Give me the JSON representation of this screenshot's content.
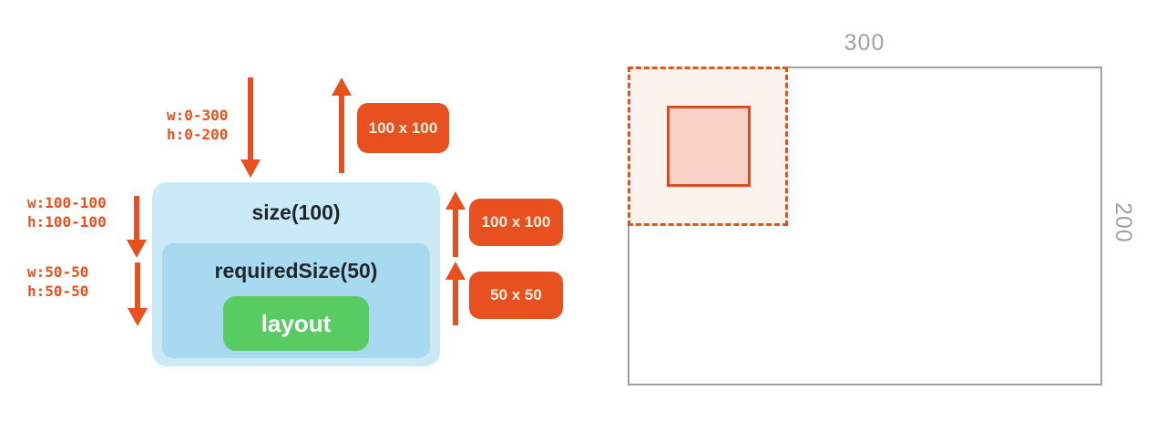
{
  "left_diagram": {
    "incoming_constraints": {
      "line1": "w:0-300",
      "line2": "h:0-200"
    },
    "size_constraints": {
      "line1": "w:100-100",
      "line2": "h:100-100"
    },
    "required_size_constraints": {
      "line1": "w:50-50",
      "line2": "h:50-50"
    },
    "size_box_label": "size(100)",
    "required_size_box_label": "requiredSize(50)",
    "layout_box_label": "layout",
    "measured_size_top": "100 x 100",
    "measured_size_middle": "100 x 100",
    "measured_size_bottom": "50 x 50"
  },
  "right_figure": {
    "parent_width_label": "300",
    "parent_height_label": "200"
  },
  "colors": {
    "orange": "#E8511F",
    "badge_text": "#FAF0DB",
    "outer_box_blue": "#CBEAF8",
    "inner_box_blue": "#A7D9F0",
    "layout_green": "#58CB63",
    "dark_text": "#20262C",
    "gray": "#9DA2A7",
    "dashed_fill": "#FCF3EE",
    "square_fill": "#F5D2C5"
  }
}
